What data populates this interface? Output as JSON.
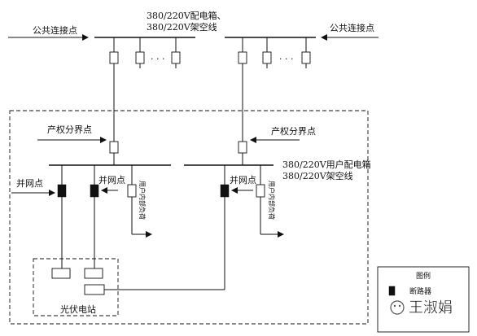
{
  "labels": {
    "common_point_left": "公共连接点",
    "common_point_right": "公共连接点",
    "top_box_line1": "380/220V配电箱、",
    "top_box_line2": "380/220V架空线",
    "ellipsis_left": "· · ·",
    "ellipsis_right": "· · ·",
    "property_left": "产权分界点",
    "property_right": "产权分界点",
    "user_box_line1": "380/220V用户配电箱",
    "user_box_line2": "380/220V架空线",
    "grid_point_1": "并网点",
    "grid_point_2": "并网点",
    "grid_point_3": "并网点",
    "load_left": "用户内部负荷",
    "load_right": "用户内部负荷",
    "pv_station": "光伏电站"
  },
  "legend": {
    "title": "图例",
    "breaker_label": "断路器"
  },
  "watermark": {
    "text": "王淑娟"
  }
}
